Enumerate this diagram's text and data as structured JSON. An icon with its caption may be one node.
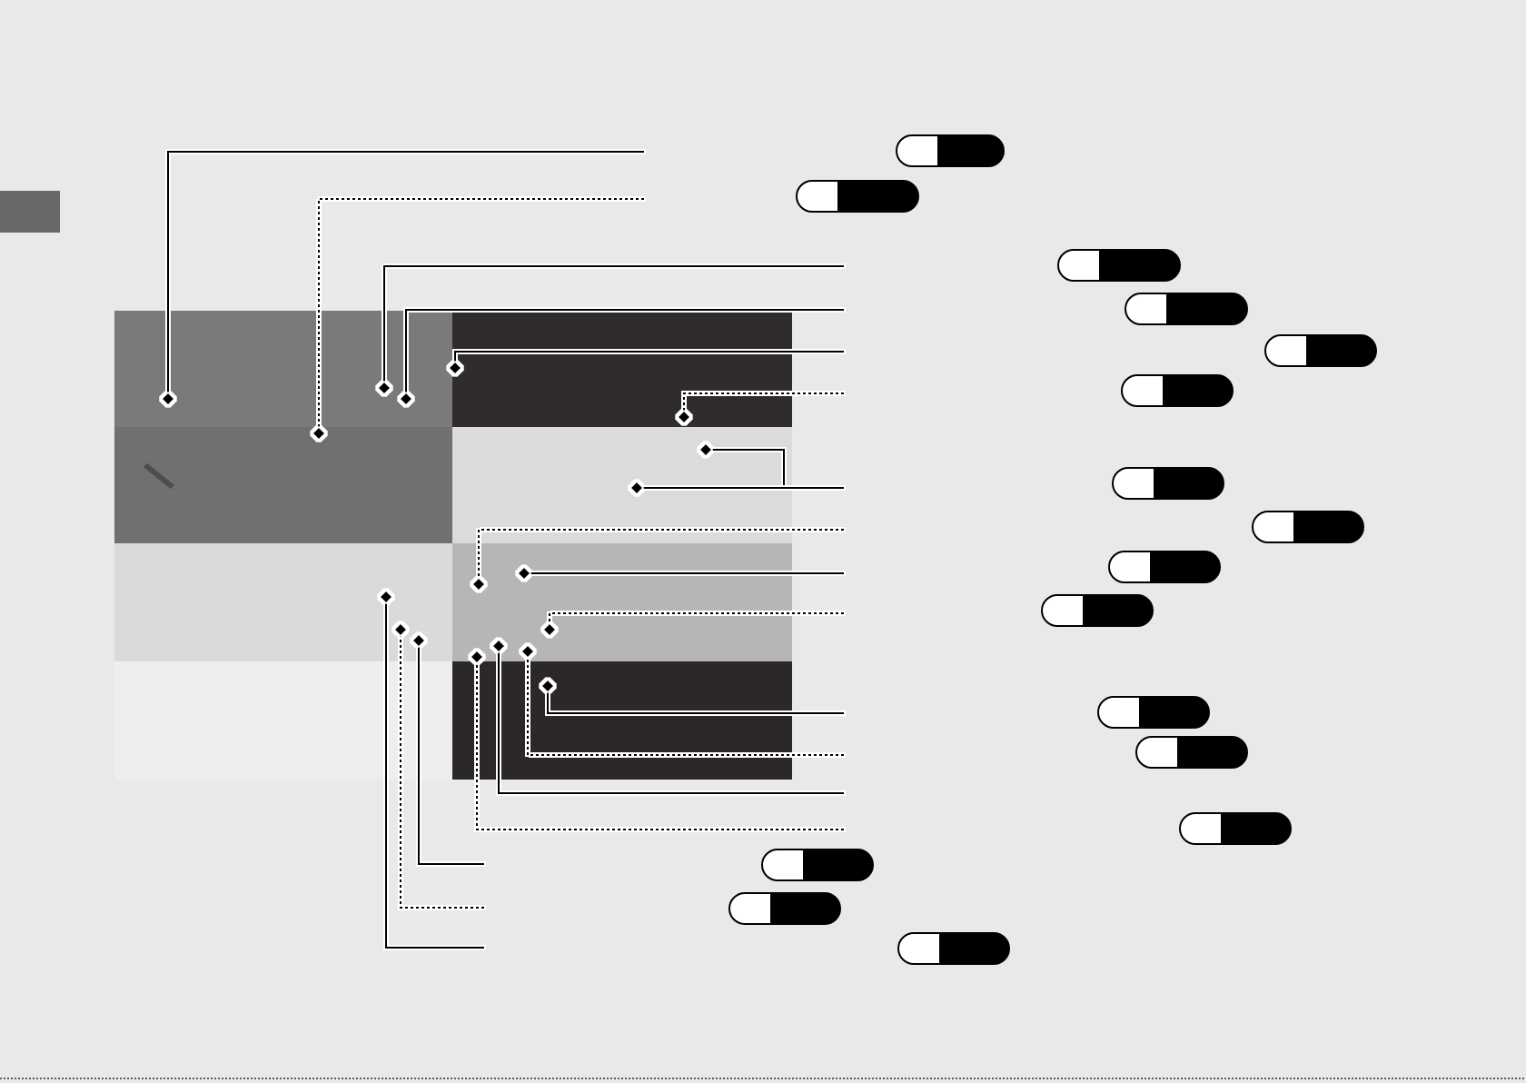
{
  "diagram": {
    "nodes": [
      {
        "text": [],
        "shape": "box"
      },
      {
        "text": [],
        "shape": "box"
      },
      {
        "text": [],
        "shape": "box"
      },
      {
        "text": [],
        "shape": "box"
      },
      {
        "text": [],
        "shape": "box"
      },
      {
        "text": [],
        "shape": "box"
      },
      {
        "text": [],
        "shape": "box"
      },
      {
        "text": [],
        "shape": "box"
      }
    ],
    "edges": [
      {
        "from": null,
        "to": 0,
        "arrow": "other"
      },
      {
        "from": null,
        "to": 2,
        "arrow": "other",
        "style": "dashed"
      },
      {
        "from": null,
        "to": 0,
        "arrow": "other"
      },
      {
        "from": null,
        "to": 0,
        "arrow": "other"
      },
      {
        "from": null,
        "to": 1,
        "arrow": "other"
      },
      {
        "from": null,
        "to": 1,
        "arrow": "other",
        "style": "dashed"
      },
      {
        "from": null,
        "to": 3,
        "arrow": "other"
      },
      {
        "from": null,
        "to": 3,
        "arrow": "other"
      },
      {
        "from": null,
        "to": 5,
        "arrow": "other",
        "style": "dashed"
      },
      {
        "from": null,
        "to": 5,
        "arrow": "other"
      },
      {
        "from": null,
        "to": 5,
        "arrow": "other",
        "style": "dashed"
      },
      {
        "from": null,
        "to": 7,
        "arrow": "other"
      },
      {
        "from": null,
        "to": 5,
        "arrow": "other",
        "style": "dashed"
      },
      {
        "from": null,
        "to": 5,
        "arrow": "other"
      },
      {
        "from": null,
        "to": 5,
        "arrow": "other",
        "style": "dashed"
      },
      {
        "from": null,
        "to": 4,
        "arrow": "other"
      },
      {
        "from": null,
        "to": 4,
        "arrow": "other",
        "style": "dashed"
      },
      {
        "from": null,
        "to": 4,
        "arrow": "other"
      }
    ]
  }
}
